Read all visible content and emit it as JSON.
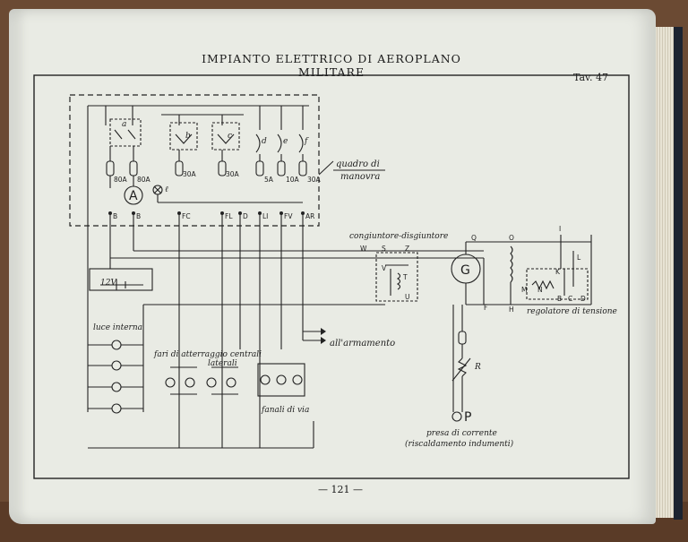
{
  "page": {
    "title": "IMPIANTO ELETTRICO DI AEROPLANO MILITARE",
    "plate": "Tav. 47",
    "page_number": "— 121 —"
  },
  "diagram": {
    "panel_label": "quadro di manovra",
    "switches": [
      "a",
      "b",
      "c",
      "d",
      "e",
      "f"
    ],
    "fuses": [
      "80A",
      "80A",
      "30A",
      "30A",
      "5A",
      "10A",
      "30A"
    ],
    "ammeter": "A",
    "lamp": "ℓ",
    "terminals": [
      "B",
      "B",
      "FC",
      "FL",
      "D",
      "LI",
      "FV",
      "AR"
    ],
    "battery": "12V",
    "cutout_label": "congiuntore-disgiuntore",
    "cutout_terminals": [
      "W",
      "S",
      "Z",
      "V",
      "T",
      "U"
    ],
    "generator": "G",
    "generator_terminals": [
      "Q",
      "O",
      "F",
      "H"
    ],
    "regulator_label": "regolatore di tensione",
    "regulator_terminals": [
      "I",
      "L",
      "K",
      "M",
      "N",
      "B",
      "C",
      "D"
    ],
    "interior_light": "luce interna",
    "landing_lights_central": "fari di atterraggio centrali",
    "landing_lights_lateral": "laterali",
    "nav_lights": "fanali di via",
    "armament": "all'armamento",
    "resistor": "R",
    "socket": "P",
    "socket_label": "presa di corrente",
    "socket_note": "(riscaldamento indumenti)"
  }
}
